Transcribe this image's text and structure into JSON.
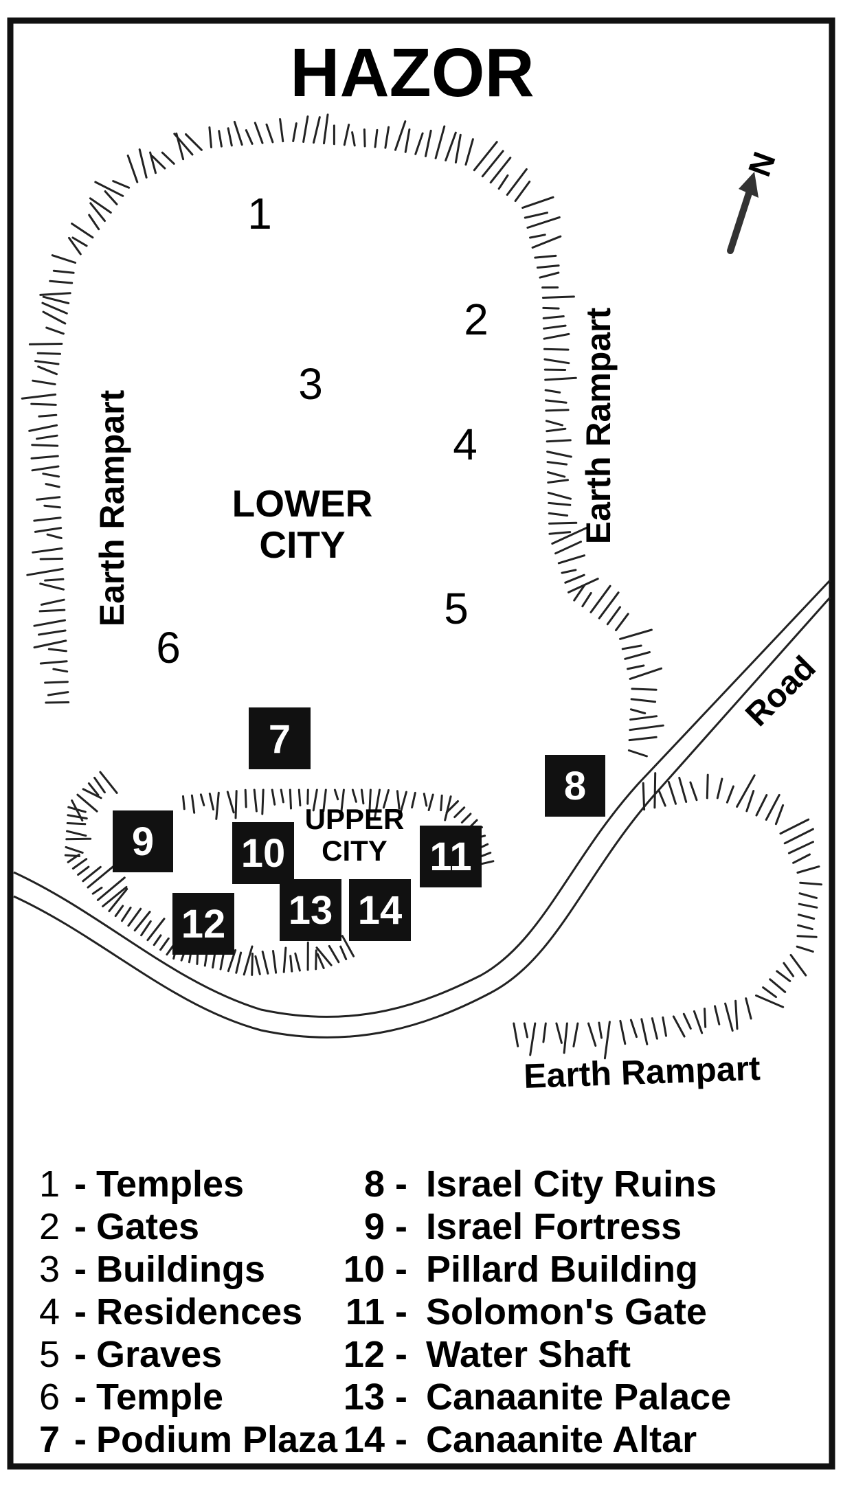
{
  "title": "HAZOR",
  "areas": {
    "lower_city_line1": "LOWER",
    "lower_city_line2": "CITY",
    "upper_city_line1": "UPPER",
    "upper_city_line2": "CITY"
  },
  "ramparts": {
    "left": "Earth Rampart",
    "right": "Earth Rampart",
    "bottom": "Earth Rampart"
  },
  "road": "Road",
  "compass": "N",
  "site_numbers": [
    "1",
    "2",
    "3",
    "4",
    "5",
    "6"
  ],
  "site_boxes": [
    "7",
    "8",
    "9",
    "10",
    "11",
    "12",
    "13",
    "14"
  ],
  "legend_left": [
    {
      "num": "1",
      "sep": "-",
      "label": "Temples"
    },
    {
      "num": "2",
      "sep": "-",
      "label": "Gates"
    },
    {
      "num": "3",
      "sep": "-",
      "label": "Buildings"
    },
    {
      "num": "4",
      "sep": "-",
      "label": "Residences"
    },
    {
      "num": "5",
      "sep": "-",
      "label": "Graves"
    },
    {
      "num": "6",
      "sep": "-",
      "label": "Temple"
    },
    {
      "num": "7",
      "sep": "-",
      "label": "Podium Plaza"
    }
  ],
  "legend_right": [
    {
      "num": "8",
      "sep": "-",
      "label": "Israel City Ruins"
    },
    {
      "num": "9",
      "sep": "-",
      "label": "Israel Fortress"
    },
    {
      "num": "10",
      "sep": "-",
      "label": "Pillard Building"
    },
    {
      "num": "11",
      "sep": "-",
      "label": "Solomon's Gate"
    },
    {
      "num": "12",
      "sep": "-",
      "label": "Water Shaft"
    },
    {
      "num": "13",
      "sep": "-",
      "label": "Canaanite Palace"
    },
    {
      "num": "14",
      "sep": "-",
      "label": "Canaanite Altar"
    }
  ]
}
